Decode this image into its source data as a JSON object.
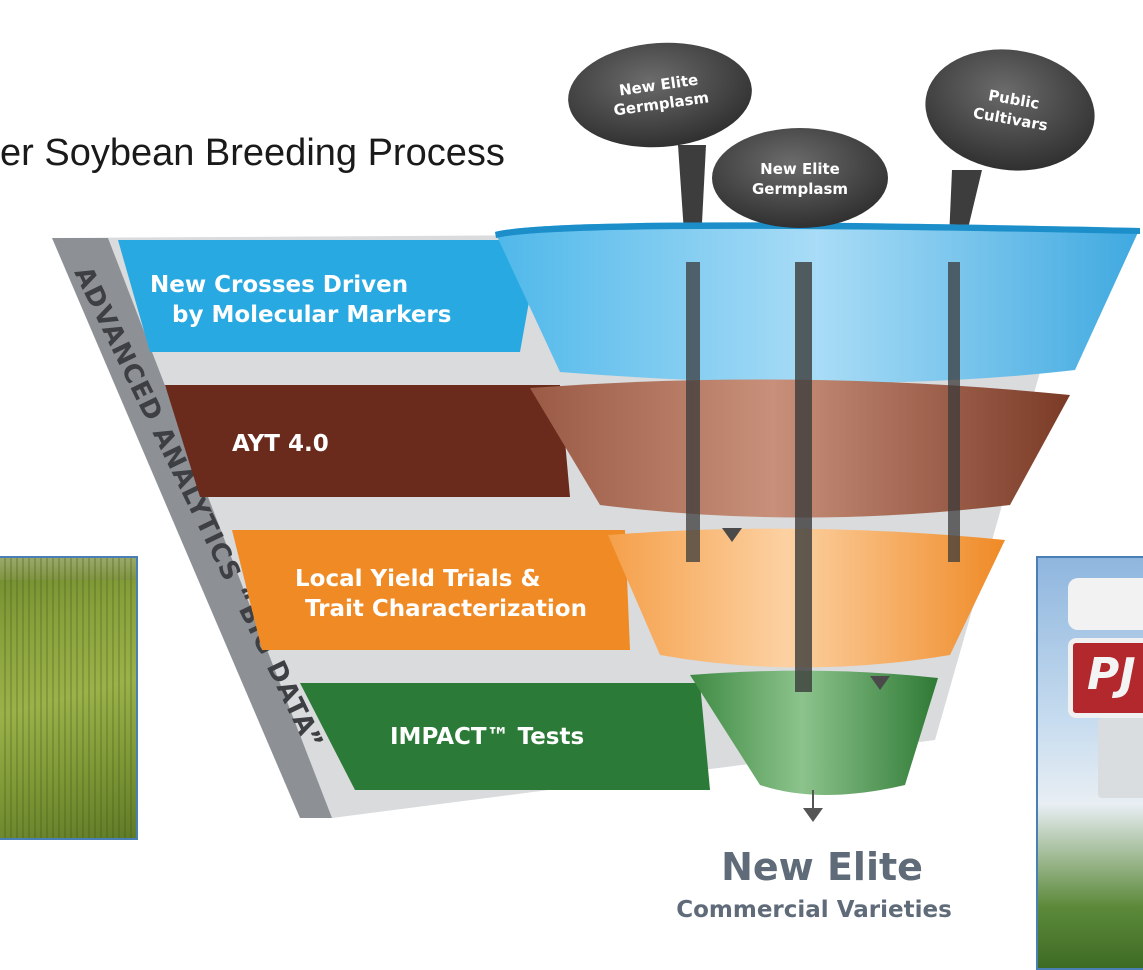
{
  "title": "er Soybean Breeding Process",
  "side_label": "ADVANCED ANALYTICS “BIG DATA”",
  "sources": [
    {
      "line1": "New Elite",
      "line2": "Germplasm"
    },
    {
      "line1": "New Elite",
      "line2": "Germplasm"
    },
    {
      "line1": "Public",
      "line2": "Cultivars"
    }
  ],
  "stages": [
    {
      "line1": "New Crosses Driven",
      "line2": "by Molecular Markers",
      "color": "#29a9e1"
    },
    {
      "line1": "AYT 4.0",
      "line2": "",
      "color": "#6b2b1c"
    },
    {
      "line1": "Local Yield Trials &",
      "line2": "Trait Characterization",
      "color": "#f08a24"
    },
    {
      "line1": "IMPACT™ Tests",
      "line2": "",
      "color": "#2c7a37"
    }
  ],
  "result": {
    "line1": "New Elite",
    "line2": "Commercial Varieties",
    "color": "#5f6b78"
  },
  "right_photo_sign_text": "PJ"
}
